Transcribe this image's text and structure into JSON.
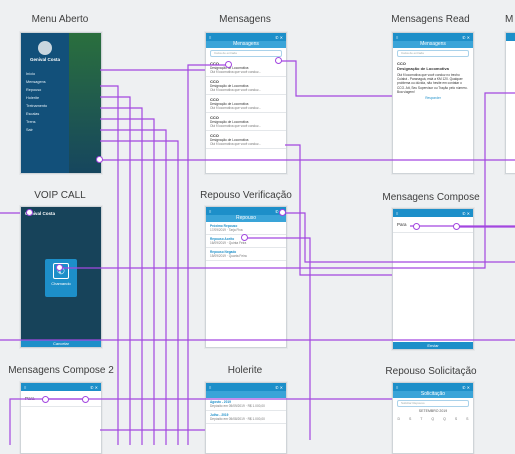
{
  "frames": {
    "menu": {
      "title": "Menu Aberto",
      "user_name": "Genival Costa",
      "items": [
        "Início",
        "Mensagens",
        "Repouso",
        "Holerite",
        "Treinamento",
        "Escalas",
        "Trens",
        "Sair"
      ]
    },
    "mensagens": {
      "title": "Mensagens",
      "subtitle": "Mensagens",
      "search_placeholder": "Caixa de entrada",
      "messages": [
        {
          "from": "CCO",
          "to": "Designação de Locomotiva",
          "body": "Olá fi locomotiva que você conduz..."
        },
        {
          "from": "CCO",
          "to": "Designação de Locomotiva",
          "body": "Olá fi locomotiva que você conduz..."
        },
        {
          "from": "CCO",
          "to": "Designação de Locomotiva",
          "body": "Olá fi locomotiva que você conduz..."
        },
        {
          "from": "CCO",
          "to": "Designação de Locomotiva",
          "body": "Olá fi locomotiva que você conduz..."
        },
        {
          "from": "CCO",
          "to": "Designação de Locomotiva",
          "body": "Olá fi locomotiva que você conduz..."
        }
      ]
    },
    "read": {
      "title": "Mensagens Read",
      "subtitle": "Mensagens",
      "from": "CCO",
      "heading": "Designação de Locomotiva",
      "body": "Olá fi locomotiva que você conduz no trecho Cuiabá - Paranaguá, está a KM 120. Qualquer problema ou dúvida, não hesite em contatar o CCO. Att, Seu Supervisor ou Tração pelo número. Boa viagem!",
      "reply": "Responder"
    },
    "partial": {
      "title": "M"
    },
    "voip": {
      "title": "VOIP CALL",
      "caller": "Genival Costa",
      "status": "Chamando",
      "cancel": "Cancelar"
    },
    "repouso_ver": {
      "title": "Repouso Verificação",
      "subtitle": "Repouso",
      "sections": [
        {
          "heading": "Próximo Repouso",
          "line": "17/09/2019 · Tarja Fixa"
        },
        {
          "heading": "Repouso Aceito",
          "line": "16/09/2019 · Quinta Feira"
        },
        {
          "heading": "Repouso Negado",
          "line": "15/09/2019 · Quarta Feira"
        }
      ]
    },
    "compose": {
      "title": "Mensagens Compose",
      "to_label": "Para",
      "send": "Enviar"
    },
    "compose2": {
      "title": "Mensagens Compose 2",
      "to_label": "Para"
    },
    "holerite": {
      "title": "Holerite",
      "items": [
        {
          "month": "Agosto - 2019",
          "line": "Depósito em 05/09/2019 · R$ 1.000,00"
        },
        {
          "month": "Julho - 2019",
          "line": "Depósito em 05/08/2019 · R$ 1.000,00"
        }
      ]
    },
    "repouso_sol": {
      "title": "Repouso Solicitação",
      "subtitle": "Solicitação",
      "field": "Solicitar Repouso",
      "month": "SETEMBRO 2019",
      "weekdays": [
        "D",
        "S",
        "T",
        "Q",
        "Q",
        "S",
        "S"
      ]
    }
  },
  "colors": {
    "brand": "#1d8fc9",
    "link": "#a347e0"
  }
}
